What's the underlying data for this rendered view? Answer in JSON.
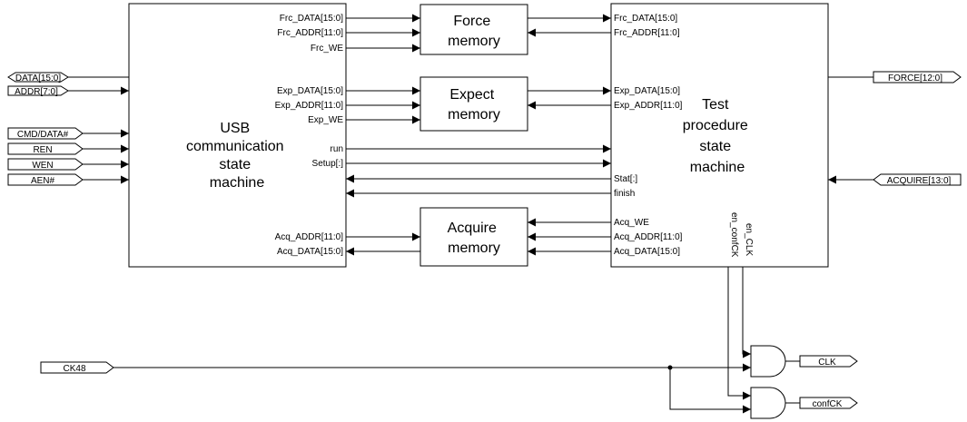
{
  "usb": {
    "title": [
      "USB",
      "communication",
      "state",
      "machine"
    ]
  },
  "test": {
    "title": [
      "Test",
      "procedure",
      "state",
      "machine"
    ]
  },
  "mem": {
    "force": [
      "Force",
      "memory"
    ],
    "expect": [
      "Expect",
      "memory"
    ],
    "acquire": [
      "Acquire",
      "memory"
    ]
  },
  "ports": {
    "data": "DATA[15:0]",
    "addr": "ADDR[7:0]",
    "cmd": "CMD/DATA#",
    "ren": "REN",
    "wen": "WEN",
    "aen": "AEN#",
    "force_out": "FORCE[12:0]",
    "acquire_in": "ACQUIRE[13:0]",
    "ck48": "CK48",
    "clk": "CLK",
    "confck": "confCK"
  },
  "usb_sig": {
    "frc_data": "Frc_DATA[15:0]",
    "frc_addr": "Frc_ADDR[11:0]",
    "frc_we": "Frc_WE",
    "exp_data": "Exp_DATA[15:0]",
    "exp_addr": "Exp_ADDR[11:0]",
    "exp_we": "Exp_WE",
    "run": "run",
    "setup": "Setup[:]",
    "acq_addr": "Acq_ADDR[11:0]",
    "acq_data": "Acq_DATA[15:0]"
  },
  "test_sig": {
    "frc_data": "Frc_DATA[15:0]",
    "frc_addr": "Frc_ADDR[11:0]",
    "exp_data": "Exp_DATA[15:0]",
    "exp_addr": "Exp_ADDR[11:0]",
    "stat": "Stat[:]",
    "finish": "finish",
    "acq_we": "Acq_WE",
    "acq_addr": "Acq_ADDR[11:0]",
    "acq_data": "Acq_DATA[15:0]",
    "en_confck": "en_confCK",
    "en_clk": "en_CLK"
  }
}
